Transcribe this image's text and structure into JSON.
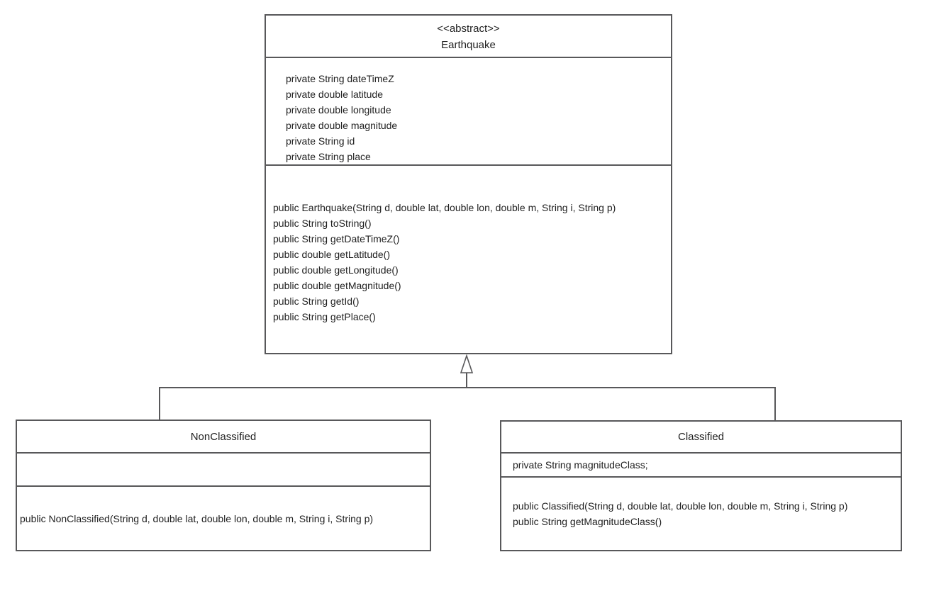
{
  "diagram": {
    "kind": "uml-class-diagram",
    "classes": [
      {
        "id": "earthquake",
        "stereotype": "<<abstract>>",
        "name": "Earthquake",
        "attributes": [
          "private String dateTimeZ",
          "private double latitude",
          "private double longitude",
          "private double magnitude",
          "private String id",
          "private String place"
        ],
        "methods": [
          "public Earthquake(String d, double lat, double lon, double m, String i, String p)",
          "public String toString()",
          "public String getDateTimeZ()",
          "public double getLatitude()",
          "public double getLongitude()",
          "public double getMagnitude()",
          "public String getId()",
          "public String getPlace()"
        ]
      },
      {
        "id": "nonclassified",
        "stereotype": "",
        "name": "NonClassified",
        "attributes": [],
        "methods": [
          "public NonClassified(String d, double lat, double lon, double m, String i, String p)"
        ]
      },
      {
        "id": "classified",
        "stereotype": "",
        "name": "Classified",
        "attributes": [
          "private String magnitudeClass;"
        ],
        "methods": [
          "public Classified(String d, double lat, double lon, double m, String i, String p)",
          "public String getMagnitudeClass()"
        ]
      }
    ],
    "relationships": [
      {
        "type": "inheritance",
        "from": "NonClassified",
        "to": "Earthquake"
      },
      {
        "type": "inheritance",
        "from": "Classified",
        "to": "Earthquake"
      }
    ]
  },
  "colors": {
    "line": "#58585a",
    "text": "#1f1f1f",
    "bg": "#ffffff"
  }
}
